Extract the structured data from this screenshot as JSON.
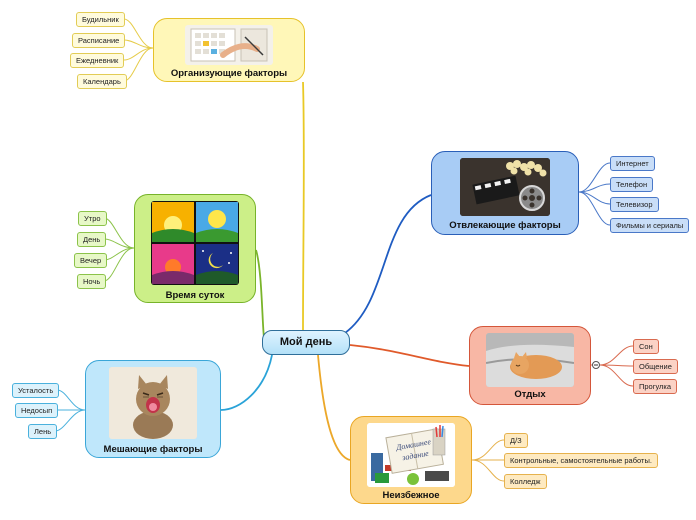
{
  "center": {
    "label": "Мой день"
  },
  "branches": {
    "org": {
      "label": "Организующие факторы",
      "color": "#e9c925",
      "items": [
        "Будильник",
        "Расписание",
        "Ежедневник",
        "Календарь"
      ]
    },
    "dist": {
      "label": "Отвлекающие факторы",
      "color": "#1f5cc2",
      "items": [
        "Интернет",
        "Телефон",
        "Телевизор",
        "Фильмы и сериалы"
      ]
    },
    "time": {
      "label": "Время суток",
      "color": "#7ab42a",
      "items": [
        "Утро",
        "День",
        "Вечер",
        "Ночь"
      ]
    },
    "rest": {
      "label": "Отдых",
      "color": "#e05a2b",
      "items": [
        "Сон",
        "Общение",
        "Прогулка"
      ]
    },
    "hind": {
      "label": "Мешающие факторы",
      "color": "#2aa3d8",
      "items": [
        "Усталость",
        "Недосып",
        "Лень"
      ]
    },
    "inev": {
      "label": "Неизбежное",
      "color": "#eca82a",
      "items": [
        "Д/З",
        "Контрольные, самостоятельные работы.",
        "Колледж"
      ],
      "image_text": "Домашнее задание"
    }
  }
}
